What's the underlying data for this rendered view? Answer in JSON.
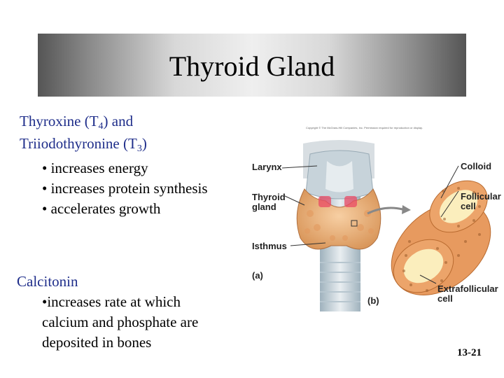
{
  "title": "Thyroid Gland",
  "t4_block": {
    "line1_pre": "Thyroxine (T",
    "line1_sub": "4",
    "line1_post": ") and",
    "line2_pre": "Triiodothyronine (T",
    "line2_sub": "3",
    "line2_post": ")",
    "bullets": [
      "• increases energy",
      "• increases protein synthesis",
      "• accelerates growth"
    ]
  },
  "calcitonin_block": {
    "heading": "Calcitonin",
    "lines": [
      "•increases rate at which",
      "calcium and phosphate are",
      "deposited in bones"
    ]
  },
  "figure": {
    "copyright": "Copyright © The McGraw-Hill Companies, Inc. Permission required for reproduction or display.",
    "labels": {
      "larynx": "Larynx",
      "thyroid_gland_1": "Thyroid",
      "thyroid_gland_2": "gland",
      "isthmus": "Isthmus",
      "a": "(a)",
      "colloid": "Colloid",
      "follicular_1": "Follicular",
      "follicular_2": "cell",
      "extrafollicular_1": "Extrafollicular",
      "extrafollicular_2": "cell",
      "b": "(b)"
    }
  },
  "slide_number": "13-21"
}
